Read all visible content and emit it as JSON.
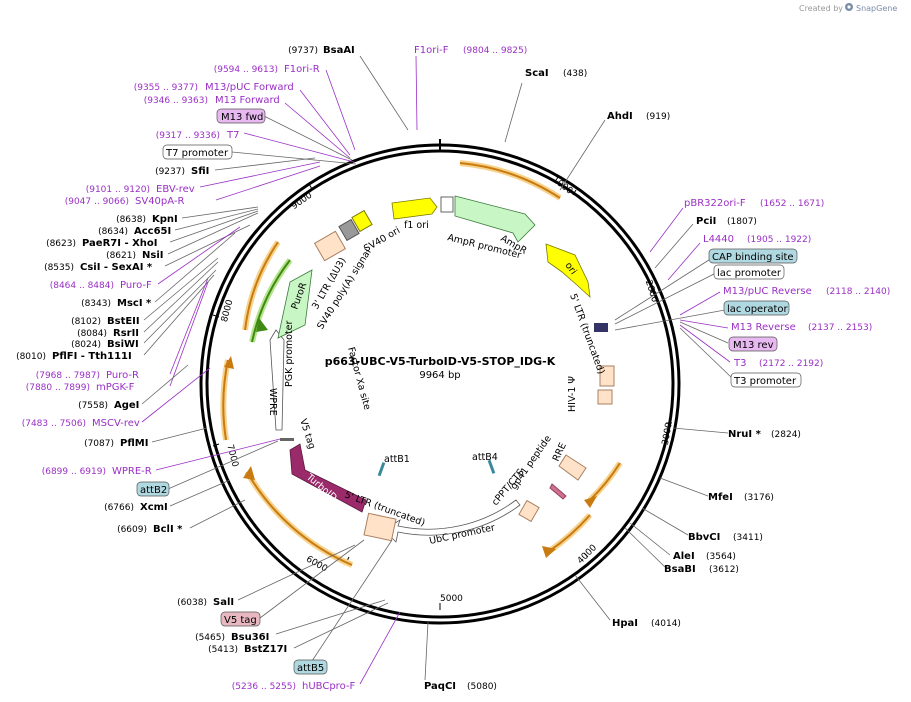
{
  "credit": {
    "prefix": "Created by",
    "brand": "SnapGene"
  },
  "plasmid": {
    "name": "p663-UBC-V5-TurboID-V5-STOP_IDG-K",
    "length": "9964 bp"
  },
  "colors": {
    "ori": "#ffff00",
    "promoter": "#ffffff",
    "amp": "#c8f7c5",
    "puro": "#c8f7c5",
    "ltr": "#ffe2c8",
    "turbo": "#9b2a6a",
    "orange_arc": "#e6a32f",
    "green_arc": "#4a9a1a",
    "primer": "#9a2fc5",
    "misc": "#b0d8e0",
    "m13": "#e8b8f0",
    "v5tag": "#e8b8c0"
  },
  "ticks": [
    "1000",
    "2000",
    "3000",
    "4000",
    "5000",
    "6000",
    "7000",
    "8000",
    "9000"
  ],
  "features": [
    {
      "id": "f1ori",
      "label": "f1 ori"
    },
    {
      "id": "amppr",
      "label": "AmpR promoter"
    },
    {
      "id": "ampr",
      "label": "AmpR"
    },
    {
      "id": "ori",
      "label": "ori"
    },
    {
      "id": "ltr5t",
      "label": "5' LTR (truncated)"
    },
    {
      "id": "hiv",
      "label": "HIV-1 Ψ"
    },
    {
      "id": "rre",
      "label": "RRE"
    },
    {
      "id": "gp41",
      "label": "gp41 peptide"
    },
    {
      "id": "cppt",
      "label": "cPPT/CTS"
    },
    {
      "id": "ubc",
      "label": "UbC promoter"
    },
    {
      "id": "ltr5t2",
      "label": "5' LTR (truncated)"
    },
    {
      "id": "turbo",
      "label": "TurboID"
    },
    {
      "id": "v5",
      "label": "V5 tag"
    },
    {
      "id": "wpre",
      "label": "WPRE"
    },
    {
      "id": "pgk",
      "label": "PGK promoter"
    },
    {
      "id": "puror",
      "label": "PuroR"
    },
    {
      "id": "ltr3",
      "label": "3' LTR (ΔU3)"
    },
    {
      "id": "sv40pa",
      "label": "SV40 poly(A) signal"
    },
    {
      "id": "sv40ori",
      "label": "SV40 ori"
    },
    {
      "id": "attb1",
      "label": "attB1"
    },
    {
      "id": "attb4",
      "label": "attB4"
    },
    {
      "id": "factorxa",
      "label": "Factor Xa site"
    }
  ],
  "right_labels": [
    {
      "kind": "enz",
      "name": "ScaI",
      "pos": "(438)"
    },
    {
      "kind": "enz",
      "name": "AhdI",
      "pos": "(919)"
    },
    {
      "kind": "primer",
      "name": "pBR322ori-F",
      "pos": "(1652 .. 1671)"
    },
    {
      "kind": "enz",
      "name": "PciI",
      "pos": "(1807)"
    },
    {
      "kind": "primer",
      "name": "L4440",
      "pos": "(1905 .. 1922)"
    },
    {
      "kind": "boxed",
      "name": "CAP binding site",
      "style": "misc"
    },
    {
      "kind": "boxed",
      "name": "lac promoter",
      "style": "white"
    },
    {
      "kind": "primer",
      "name": "M13/pUC Reverse",
      "pos": "(2118 .. 2140)"
    },
    {
      "kind": "boxed",
      "name": "lac operator",
      "style": "misc"
    },
    {
      "kind": "primer",
      "name": "M13 Reverse",
      "pos": "(2137 .. 2153)"
    },
    {
      "kind": "boxed",
      "name": "M13 rev",
      "style": "m13"
    },
    {
      "kind": "primer",
      "name": "T3",
      "pos": "(2172 .. 2192)"
    },
    {
      "kind": "boxed",
      "name": "T3 promoter",
      "style": "white"
    },
    {
      "kind": "enz",
      "name": "NruI *",
      "pos": "(2824)"
    },
    {
      "kind": "enz",
      "name": "MfeI",
      "pos": "(3176)"
    },
    {
      "kind": "enz",
      "name": "BbvCI",
      "pos": "(3411)"
    },
    {
      "kind": "enz",
      "name": "AleI",
      "pos": "(3564)"
    },
    {
      "kind": "enz",
      "name": "BsaBI",
      "pos": "(3612)"
    },
    {
      "kind": "enz",
      "name": "HpaI",
      "pos": "(4014)"
    },
    {
      "kind": "enz",
      "name": "PaqCI",
      "pos": "(5080)"
    }
  ],
  "left_labels": [
    {
      "kind": "enz",
      "name": "BsaAI",
      "pos": "(9737)"
    },
    {
      "kind": "primer",
      "name": "F1ori-F",
      "pos": "(9804 .. 9825)"
    },
    {
      "kind": "primer",
      "name": "F1ori-R",
      "pos": "(9594 .. 9613)"
    },
    {
      "kind": "primer",
      "name": "M13/pUC Forward",
      "pos": "(9355 .. 9377)"
    },
    {
      "kind": "primer",
      "name": "M13 Forward",
      "pos": "(9346 .. 9363)"
    },
    {
      "kind": "boxed",
      "name": "M13 fwd",
      "style": "m13"
    },
    {
      "kind": "primer",
      "name": "T7",
      "pos": "(9317 .. 9336)"
    },
    {
      "kind": "boxed",
      "name": "T7 promoter",
      "style": "white"
    },
    {
      "kind": "enz",
      "name": "SfiI",
      "pos": "(9237)"
    },
    {
      "kind": "primer",
      "name": "EBV-rev",
      "pos": "(9101 .. 9120)"
    },
    {
      "kind": "primer",
      "name": "SV40pA-R",
      "pos": "(9047 .. 9066)"
    },
    {
      "kind": "enz",
      "name": "KpnI",
      "pos": "(8638)"
    },
    {
      "kind": "enz",
      "name": "Acc65I",
      "pos": "(8634)"
    },
    {
      "kind": "enz",
      "name": "PaeR7I - XhoI",
      "pos": "(8623)"
    },
    {
      "kind": "enz",
      "name": "NsiI",
      "pos": "(8621)"
    },
    {
      "kind": "enz",
      "name": "CsiI - SexAI *",
      "pos": "(8535)"
    },
    {
      "kind": "primer",
      "name": "Puro-F",
      "pos": "(8464 .. 8484)"
    },
    {
      "kind": "enz",
      "name": "MscI *",
      "pos": "(8343)"
    },
    {
      "kind": "enz",
      "name": "BstEII",
      "pos": "(8102)"
    },
    {
      "kind": "enz",
      "name": "RsrII",
      "pos": "(8084)"
    },
    {
      "kind": "enz",
      "name": "BsiWI",
      "pos": "(8024)"
    },
    {
      "kind": "enz",
      "name": "PflFI - Tth111I",
      "pos": "(8010)"
    },
    {
      "kind": "primer",
      "name": "Puro-R",
      "pos": "(7968 .. 7987)"
    },
    {
      "kind": "primer",
      "name": "mPGK-F",
      "pos": "(7880 .. 7899)"
    },
    {
      "kind": "enz",
      "name": "AgeI",
      "pos": "(7558)"
    },
    {
      "kind": "primer",
      "name": "MSCV-rev",
      "pos": "(7483 .. 7506)"
    },
    {
      "kind": "enz",
      "name": "PflMI",
      "pos": "(7087)"
    },
    {
      "kind": "primer",
      "name": "WPRE-R",
      "pos": "(6899 .. 6919)"
    },
    {
      "kind": "boxed",
      "name": "attB2",
      "style": "misc"
    },
    {
      "kind": "enz",
      "name": "XcmI",
      "pos": "(6766)"
    },
    {
      "kind": "enz",
      "name": "BclI *",
      "pos": "(6609)"
    },
    {
      "kind": "enz",
      "name": "SalI",
      "pos": "(6038)"
    },
    {
      "kind": "boxed",
      "name": "V5 tag",
      "style": "v5tag"
    },
    {
      "kind": "enz",
      "name": "Bsu36I",
      "pos": "(5465)"
    },
    {
      "kind": "enz",
      "name": "BstZ17I",
      "pos": "(5413)"
    },
    {
      "kind": "boxed",
      "name": "attB5",
      "style": "misc"
    },
    {
      "kind": "primer",
      "name": "hUBCpro-F",
      "pos": "(5236 .. 5255)"
    }
  ]
}
